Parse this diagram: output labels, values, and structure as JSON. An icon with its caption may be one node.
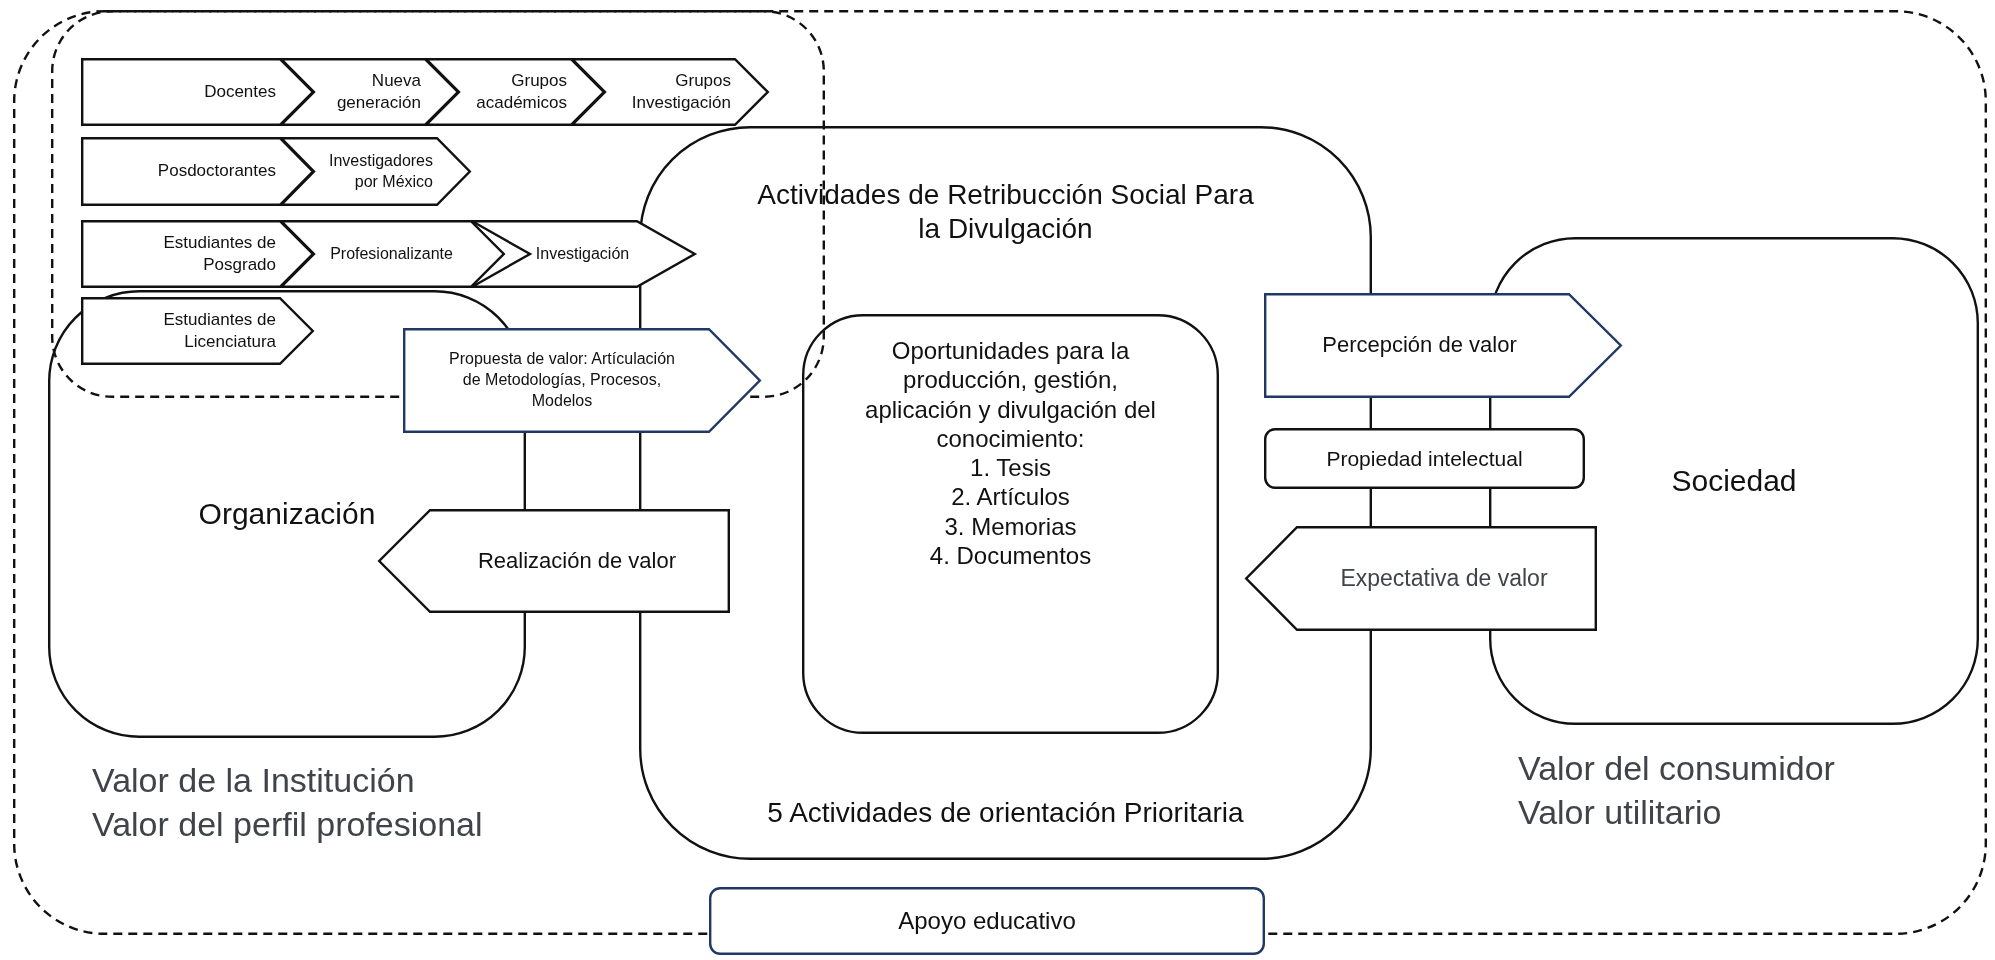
{
  "diagram": {
    "nodes": [
      {
        "text": [],
        "shape": "box"
      },
      {
        "text": [],
        "shape": "box",
        "in": 0
      },
      {
        "text": [
          "Docentes"
        ],
        "in": 1
      },
      {
        "text": [
          "Nueva generación"
        ],
        "in": 1
      },
      {
        "text": [
          "Grupos académicos"
        ],
        "in": 1
      },
      {
        "text": [
          "Grupos Investigación"
        ],
        "in": 1
      },
      {
        "text": [
          "Posdoctorantes"
        ],
        "in": 1
      },
      {
        "text": [
          "Investigadores por México"
        ],
        "in": 1
      },
      {
        "text": [
          "Estudiantes de Posgrado"
        ],
        "in": 1
      },
      {
        "text": [
          "Profesionalizante"
        ],
        "in": 1
      },
      {
        "text": [
          "Investigación"
        ],
        "in": 1
      },
      {
        "text": [
          "Estudiantes de Licenciatura"
        ]
      },
      {
        "text": [
          "Organización"
        ],
        "beside": [
          "Valor de la Institución",
          "Valor del perfil profesional"
        ],
        "in": 0
      },
      {
        "text": [
          "Actividades de Retribucción Social Para la Divulgación",
          "5 Actividades de orientación Prioritaria"
        ],
        "in": 0
      },
      {
        "text": [
          "Propuesta de valor: Artículación de Metodologías, Procesos, Modelos"
        ],
        "in": 0
      },
      {
        "text": [
          "Oportunidades para la producción, gestión, aplicación y divulgación del conocimiento:",
          "1. Tesis",
          "2. Artículos",
          "3. Memorias",
          "4. Documentos"
        ],
        "in": 13
      },
      {
        "text": [
          "Realización de valor"
        ],
        "in": 0
      },
      {
        "text": [
          "Percepción de valor"
        ],
        "in": 0
      },
      {
        "text": [
          "Propiedad intelectual"
        ],
        "in": 0
      },
      {
        "text": [
          "Sociedad"
        ],
        "beside": [
          "Valor del consumidor",
          "Valor utilitario"
        ],
        "in": 0
      },
      {
        "text": [
          "Expectativa de valor"
        ],
        "in": 0
      },
      {
        "text": [
          "Apoyo educativo"
        ]
      }
    ]
  }
}
